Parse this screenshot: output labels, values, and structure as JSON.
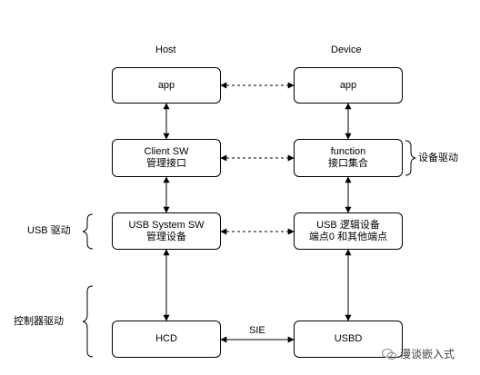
{
  "columns": {
    "host": "Host",
    "device": "Device"
  },
  "host": {
    "app": "app",
    "client_sw": {
      "line1": "Client SW",
      "line2": "管理接口"
    },
    "usb_system_sw": {
      "line1": "USB System SW",
      "line2": "管理设备"
    },
    "hcd": "HCD"
  },
  "device": {
    "app": "app",
    "function": {
      "line1": "function",
      "line2": "接口集合"
    },
    "usb_logical": {
      "line1": "USB 逻辑设备",
      "line2": "端点0 和其他端点"
    },
    "usbd": "USBD"
  },
  "links": {
    "sie": "SIE"
  },
  "side_labels": {
    "device_driver": "设备驱动",
    "usb_driver": "USB 驱动",
    "controller_driver": "控制器驱动"
  },
  "watermark": "漫谈嵌入式"
}
